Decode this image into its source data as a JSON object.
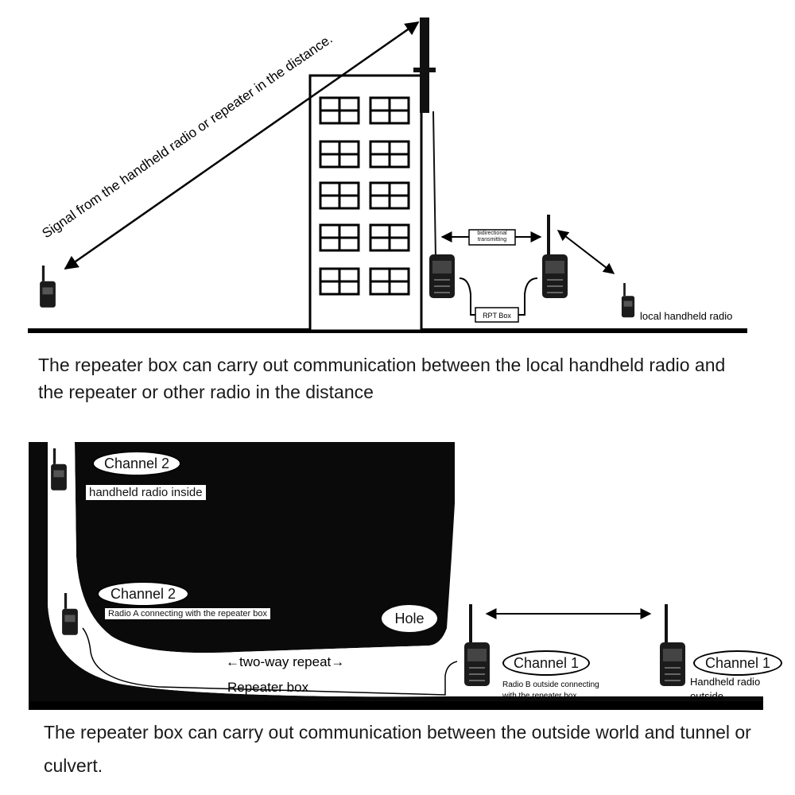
{
  "top": {
    "signal_label": "Signal from the handheld radio or repeater in the distance.",
    "bidirectional_label": "bidirectional transmitting",
    "rpt_box_label": "RPT Box",
    "local_radio_label": "local handheld radio",
    "caption": "The repeater box can carry out communication between the local handheld radio and the repeater or other radio in the distance"
  },
  "bottom": {
    "channel2_top": "Channel 2",
    "inside_label": "handheld radio inside",
    "channel2_mid": "Channel 2",
    "radio_a_label": "Radio A connecting with the repeater box",
    "hole_label": "Hole",
    "two_way_label": "two-way repeat",
    "repeater_box_label": "Repeater box",
    "channel1_left": "Channel 1",
    "radio_b_label_1": "Radio B outside connecting",
    "radio_b_label_2": "with the repeater box",
    "channel1_right": "Channel 1",
    "outside_label_1": "Handheld radio",
    "outside_label_2": "outside",
    "caption": "The repeater box can carry out communication between the outside world and tunnel or culvert."
  }
}
